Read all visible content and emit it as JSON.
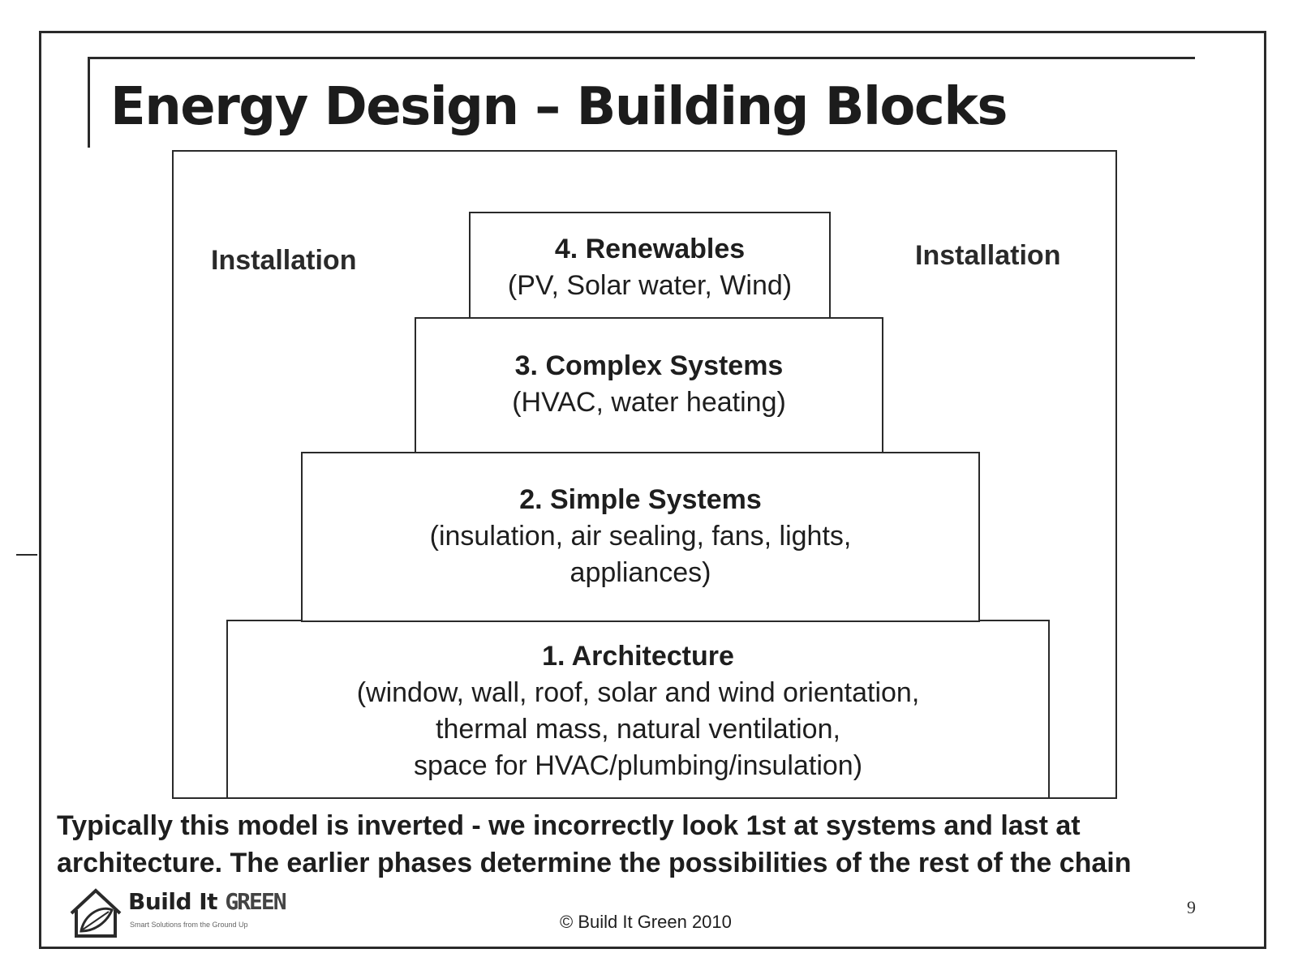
{
  "title": "Energy Design – Building Blocks",
  "side_labels": {
    "left": "Installation",
    "right": "Installation"
  },
  "blocks": [
    {
      "heading": "1. Architecture",
      "details": [
        "(window, wall, roof, solar and wind orientation,",
        "thermal mass, natural ventilation,",
        "space for HVAC/plumbing/insulation)"
      ]
    },
    {
      "heading": "2. Simple Systems",
      "details": [
        "(insulation, air sealing, fans, lights,",
        "appliances)"
      ]
    },
    {
      "heading": "3. Complex Systems",
      "details": [
        "(HVAC, water heating)"
      ]
    },
    {
      "heading": "4. Renewables",
      "details": [
        "(PV, Solar water, Wind)"
      ]
    }
  ],
  "footer_note": {
    "line1": "Typically this model is inverted - we incorrectly look 1st at systems and last at",
    "line2": "architecture. The earlier phases determine the possibilities of the rest of the chain"
  },
  "logo": {
    "name_part1": "Build It",
    "name_part2": "GREEN",
    "tagline": "Smart Solutions from the Ground Up",
    "icon": "house-leaf-icon"
  },
  "copyright": "© Build It Green 2010",
  "page_number": "9"
}
